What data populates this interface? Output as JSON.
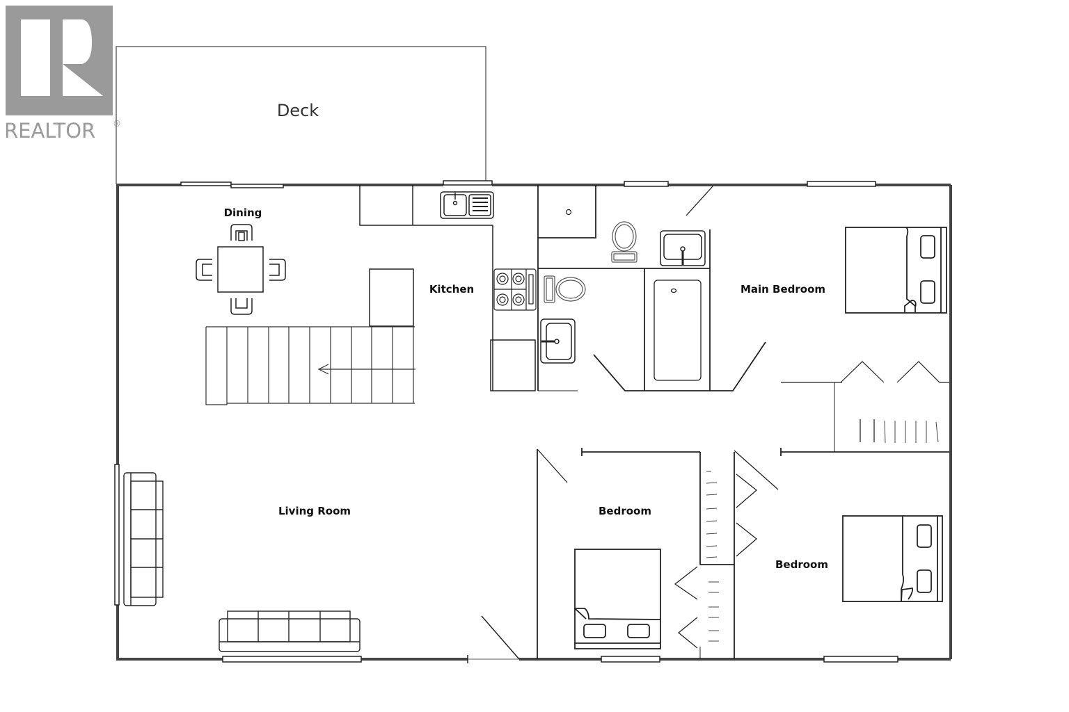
{
  "logo": {
    "brand_text": "REALTOR",
    "registered_mark": "®",
    "letter": "R",
    "color": "#9a9a9a"
  },
  "floorplan": {
    "rooms": [
      {
        "id": "deck",
        "label": "Deck"
      },
      {
        "id": "dining",
        "label": "Dining"
      },
      {
        "id": "kitchen",
        "label": "Kitchen"
      },
      {
        "id": "main_bedroom",
        "label": "Main Bedroom"
      },
      {
        "id": "living_room",
        "label": "Living Room"
      },
      {
        "id": "bedroom_center",
        "label": "Bedroom"
      },
      {
        "id": "bedroom_right",
        "label": "Bedroom"
      }
    ],
    "wall_color": "#444444",
    "line_color": "#111111"
  }
}
